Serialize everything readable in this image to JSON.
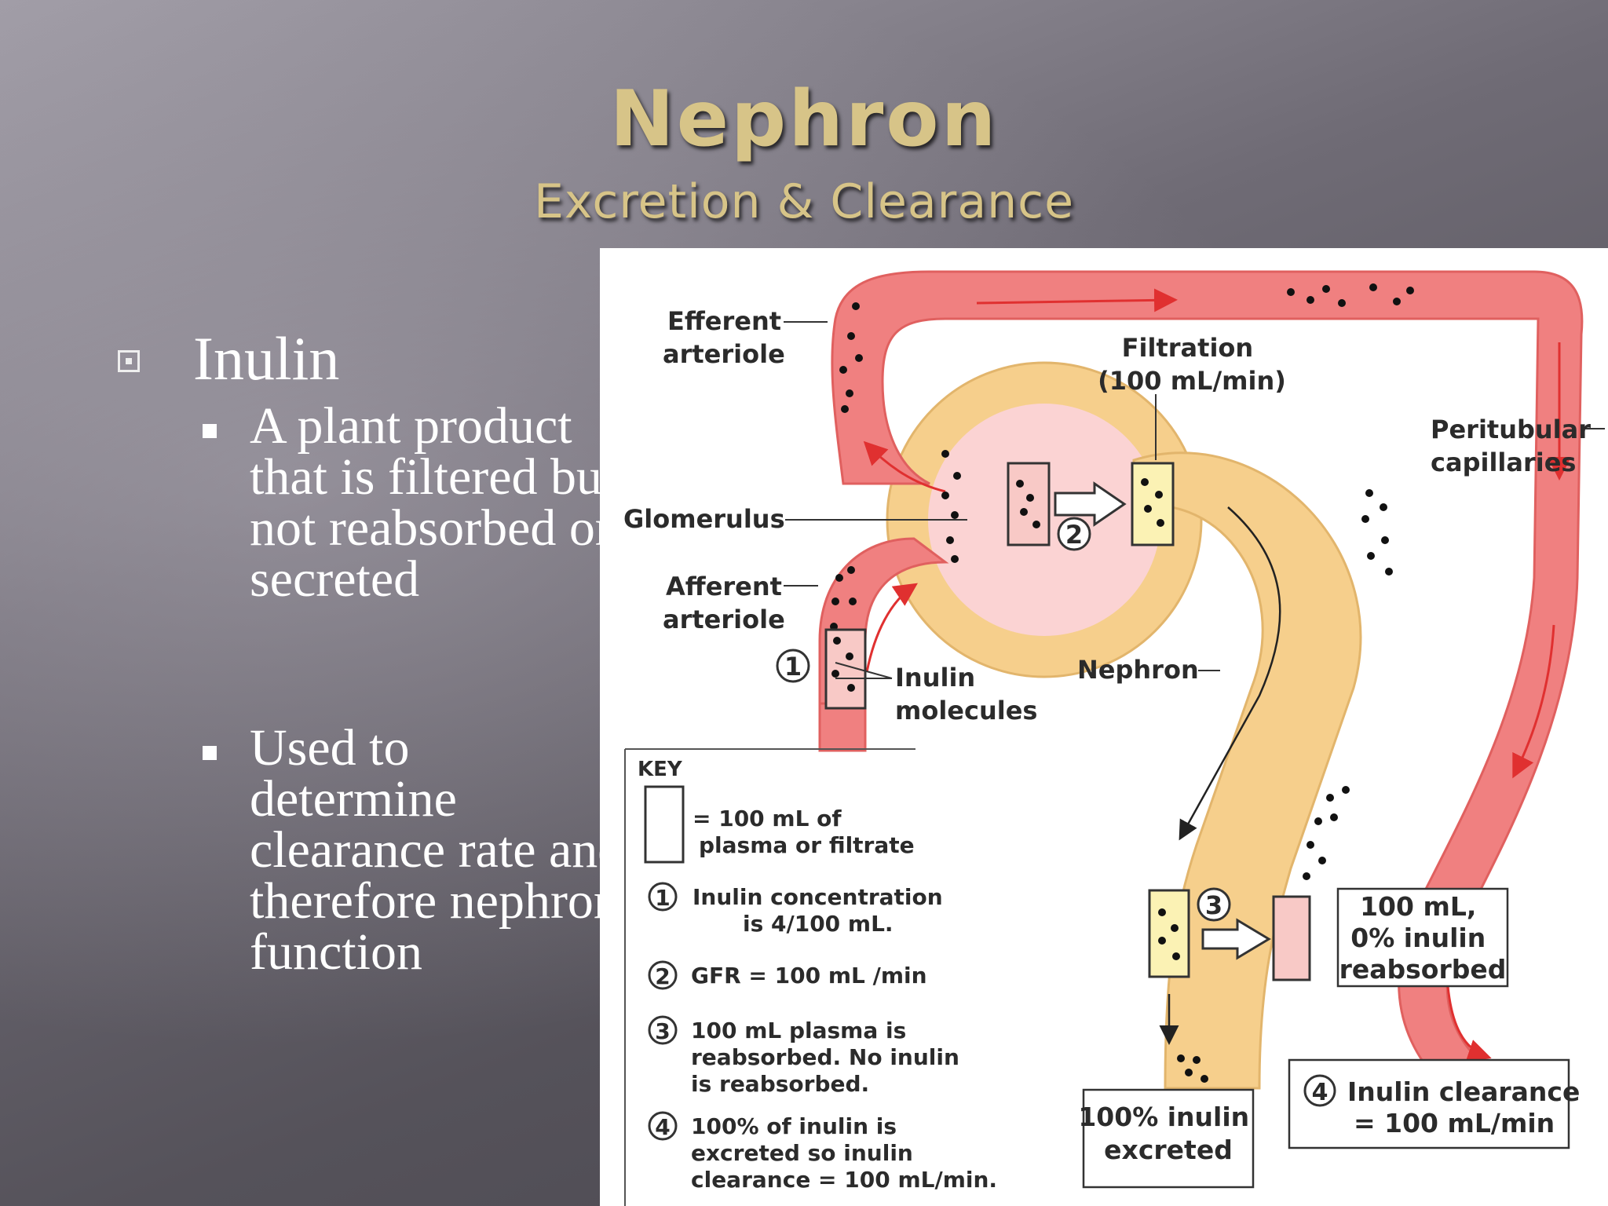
{
  "title": "Nephron",
  "subtitle": "Excretion & Clearance",
  "bullets": {
    "main": "Inulin",
    "subs": [
      "A plant product that is filtered but not reabsorbed or secreted",
      "Used to determine clearance rate and therefore nephron function"
    ]
  },
  "diagram": {
    "labels": {
      "efferent": [
        "Efferent",
        "arteriole"
      ],
      "glomerulus": "Glomerulus",
      "afferent": [
        "Afferent",
        "arteriole"
      ],
      "filtration": [
        "Filtration",
        "(100 mL/min)"
      ],
      "peritubular": [
        "Peritubular",
        "capillaries"
      ],
      "inulin_molecules": [
        "Inulin",
        "molecules"
      ],
      "nephron": "Nephron",
      "excreted_box": [
        "100% inulin",
        "excreted"
      ],
      "reabsorbed_box": [
        "100 mL,",
        "0% inulin",
        "reabsorbed"
      ],
      "clearance_box": [
        "Inulin clearance",
        "= 100 mL/min"
      ]
    },
    "step_numbers": [
      "1",
      "2",
      "3",
      "4"
    ],
    "key": {
      "title": "KEY",
      "box_text": [
        "= 100 mL of",
        "plasma or filtrate"
      ],
      "items": [
        {
          "num": "1",
          "lines": [
            "Inulin concentration",
            "is 4/100 mL."
          ]
        },
        {
          "num": "2",
          "lines": [
            "GFR = 100 mL /min"
          ]
        },
        {
          "num": "3",
          "lines": [
            "100 mL plasma is",
            "reabsorbed. No inulin",
            "is reabsorbed."
          ]
        },
        {
          "num": "4",
          "lines": [
            "100% of inulin is",
            "excreted so inulin",
            "clearance = 100 mL/min."
          ]
        }
      ]
    },
    "colors": {
      "vessel": "#f08080",
      "vessel_edge": "#e0605f",
      "tubule": "#f6cf8c",
      "tubule_light": "#fce7bf",
      "capsule_inner": "#fbd3d3",
      "arrow": "#e03030",
      "box_yellow": "#fbf2b4",
      "box_pink": "#f8c9c6"
    }
  }
}
